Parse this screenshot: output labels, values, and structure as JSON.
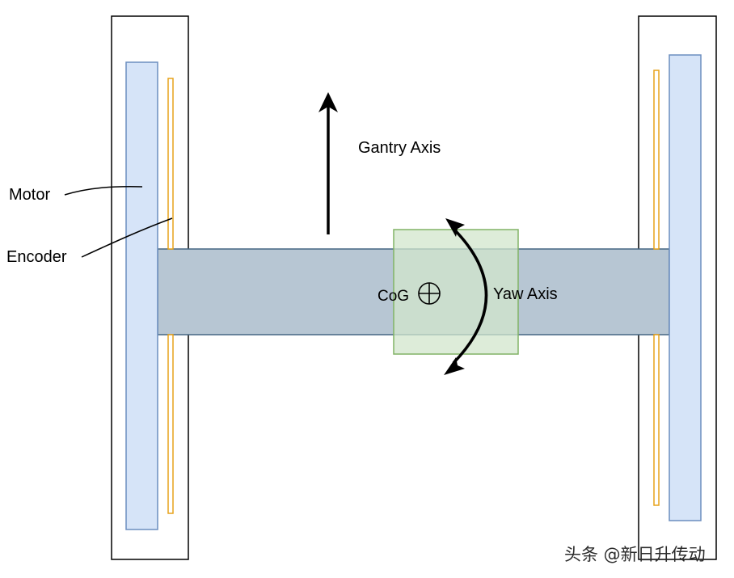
{
  "labels": {
    "motor": "Motor",
    "encoder": "Encoder",
    "gantry_axis": "Gantry Axis",
    "cog": "CoG",
    "yaw_axis": "Yaw Axis"
  },
  "watermark": "头条 @新日升传动",
  "colors": {
    "outline": "#000000",
    "motor_fill": "#d6e4f8",
    "motor_stroke": "#6c8ebf",
    "encoder_stroke": "#e7a21a",
    "beam_fill": "#b7c6d3",
    "beam_stroke": "#456783",
    "carriage_fill": "#d2e6cc",
    "carriage_stroke": "#82b366"
  }
}
